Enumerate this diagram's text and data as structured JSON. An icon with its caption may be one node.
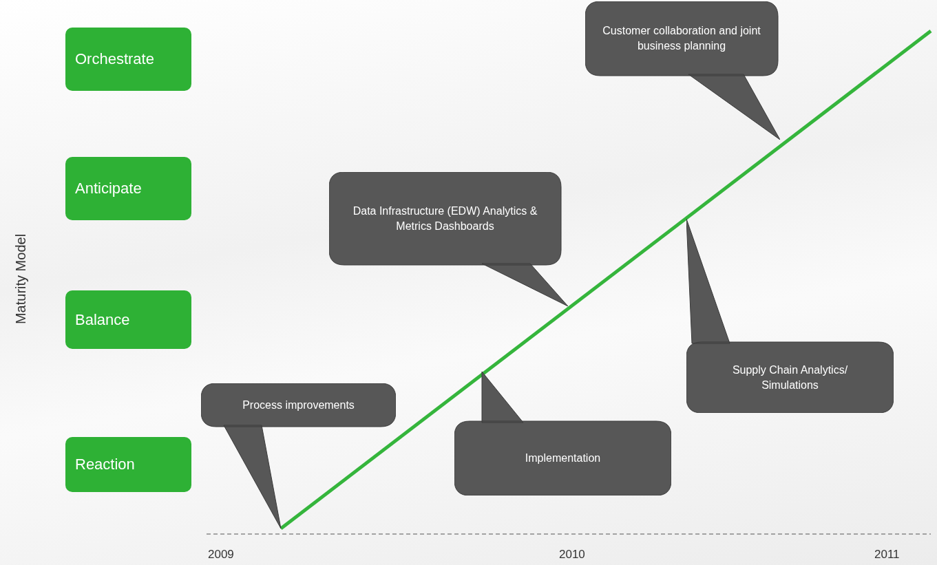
{
  "diagram": {
    "nodes": [
      {
        "text": [
          "Orchestrate"
        ]
      },
      {
        "text": [
          "Anticipate"
        ]
      },
      {
        "text": [
          "Balance"
        ]
      },
      {
        "text": [
          "Reaction"
        ]
      },
      {
        "text": [
          "Customer collaboration and joint business planning"
        ]
      },
      {
        "text": [
          "Data Infrastructure (EDW) Analytics & Metrics Dashboards"
        ]
      },
      {
        "text": [
          "Supply Chain Analytics/ Simulations"
        ]
      },
      {
        "text": [
          "Process improvements"
        ]
      },
      {
        "text": [
          "Implementation"
        ]
      }
    ],
    "labels": [
      "Maturity Model",
      "2009",
      "2010",
      "2011"
    ]
  }
}
